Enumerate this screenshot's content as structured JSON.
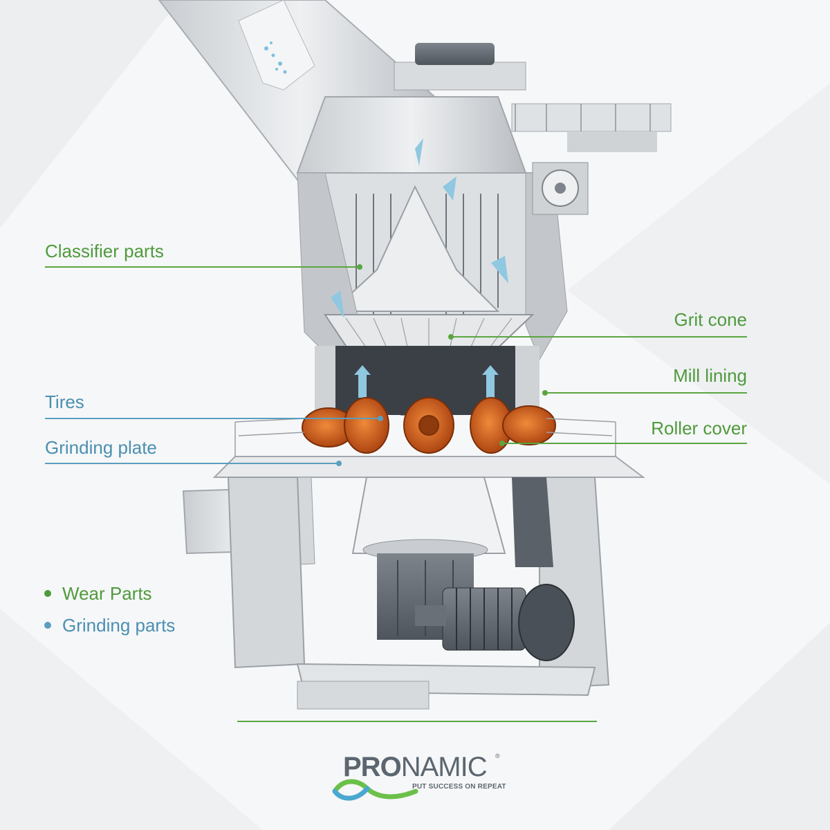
{
  "callouts": {
    "classifier": "Classifier parts",
    "grit_cone": "Grit cone",
    "mill_lining": "Mill lining",
    "tires": "Tires",
    "roller_cover": "Roller cover",
    "grinding_plate": "Grinding plate"
  },
  "legend": {
    "wear": "Wear Parts",
    "grinding": "Grinding parts"
  },
  "brand": {
    "name_bold": "PRO",
    "name_light": "NAMIC",
    "registered": "®",
    "tagline": "PUT SUCCESS ON REPEAT"
  },
  "colors": {
    "wear": "#5aa540",
    "grinding": "#5a9ec0",
    "roller": "#d45a1a",
    "air_flow": "#8fc8e0"
  }
}
